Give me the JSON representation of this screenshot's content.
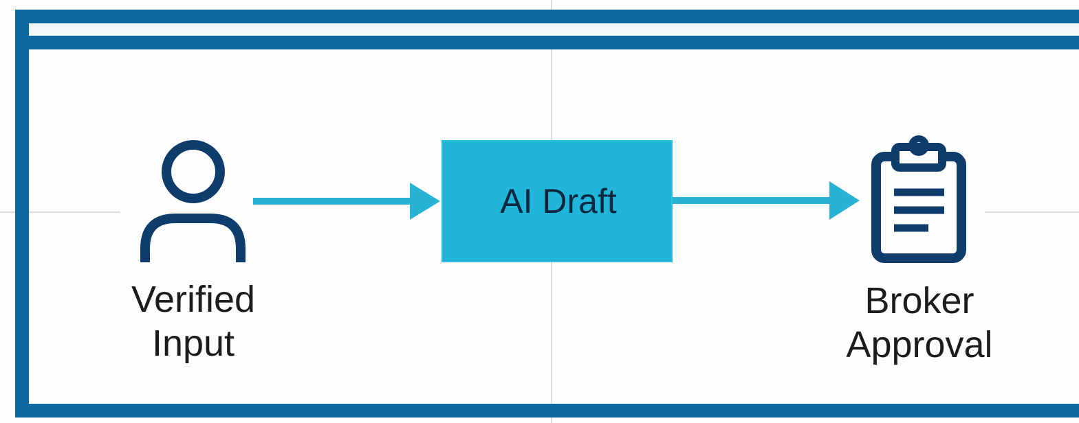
{
  "colors": {
    "frame": "#0c679e",
    "accent": "#1fb6d9",
    "icon": "#0e3d6b",
    "arrow": "#27b3d3"
  },
  "flow": {
    "steps": [
      {
        "icon": "user-icon",
        "line1": "Verified",
        "line2": "Input"
      },
      {
        "label": "AI Draft"
      },
      {
        "icon": "clipboard-icon",
        "line1": "Broker",
        "line2": "Approval"
      }
    ]
  }
}
